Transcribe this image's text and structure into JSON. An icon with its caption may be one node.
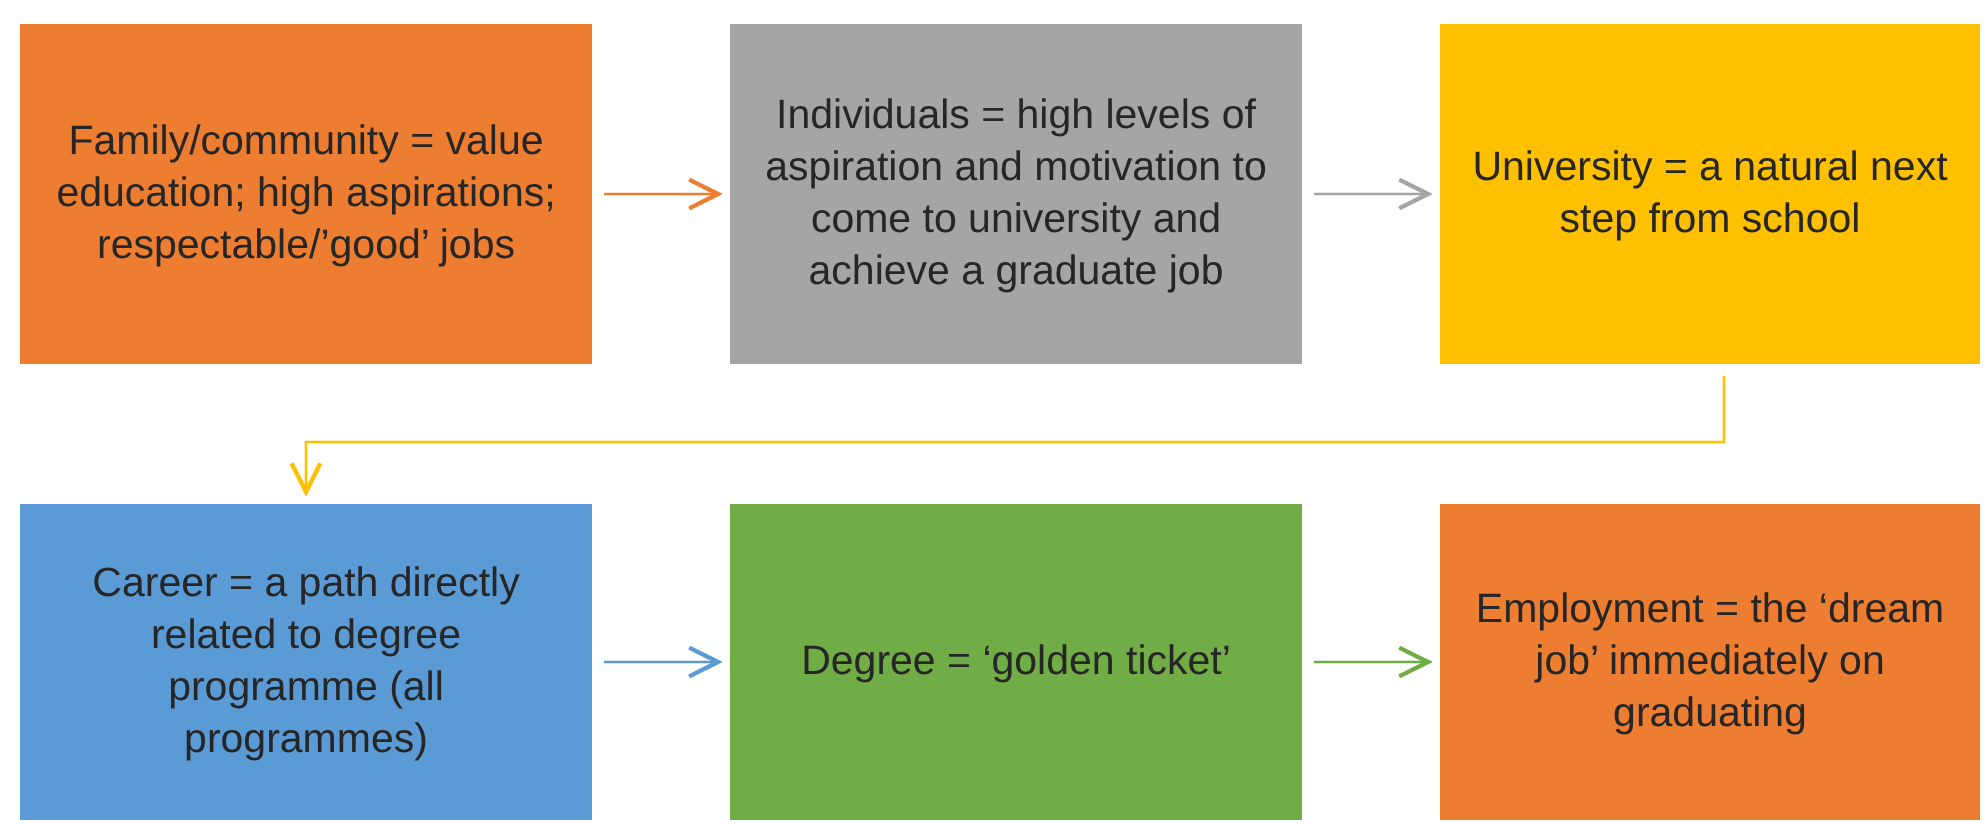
{
  "diagram": {
    "nodes": [
      {
        "text": [
          "Family/community = value education; high aspirations; respectable/’good’ jobs"
        ]
      },
      {
        "text": [
          "Individuals = high levels of aspiration and motivation to come to university and achieve a graduate job"
        ]
      },
      {
        "text": [
          "University = a natural next step from school"
        ]
      },
      {
        "text": [
          "Career = a path directly related to degree programme (all programmes)"
        ]
      },
      {
        "text": [
          "Degree =  ‘golden ticket’"
        ]
      },
      {
        "text": [
          "Employment = the ‘dream job’ immediately on graduating"
        ]
      }
    ],
    "edges": [
      {
        "from": 0,
        "to": 1,
        "arrow": "to",
        "color": "#ed7d31"
      },
      {
        "from": 1,
        "to": 2,
        "arrow": "to",
        "color": "#a5a5a5"
      },
      {
        "from": 2,
        "to": 3,
        "arrow": "to",
        "color": "#ffc000"
      },
      {
        "from": 3,
        "to": 4,
        "arrow": "to",
        "color": "#5b9bd5"
      },
      {
        "from": 4,
        "to": 5,
        "arrow": "to",
        "color": "#70ad47"
      }
    ]
  }
}
